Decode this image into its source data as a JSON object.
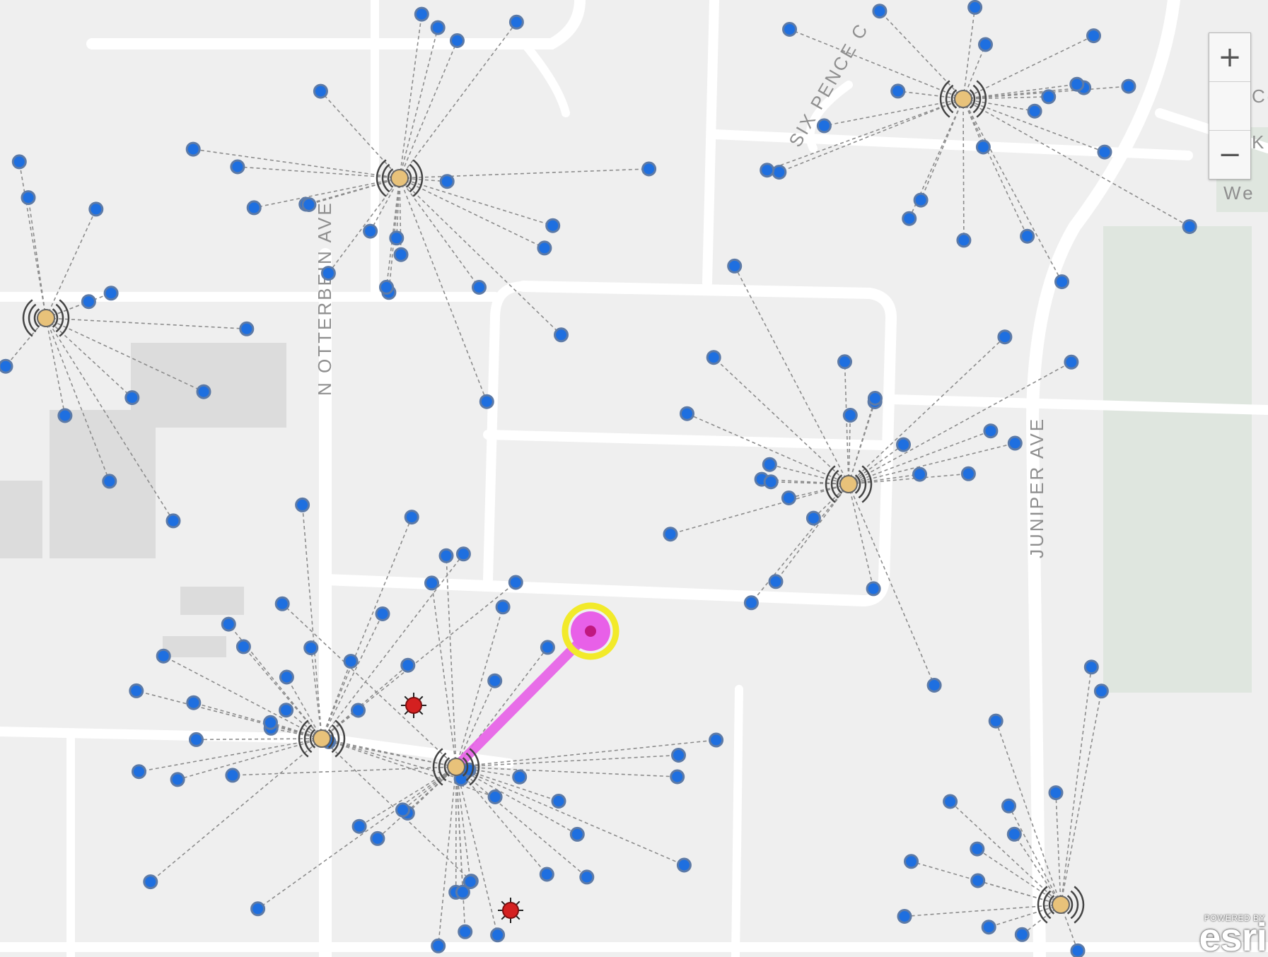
{
  "map": {
    "street_labels": [
      "N OTTERBEIN AVE",
      "SIX PENCE C",
      "JUNIPER AVE"
    ],
    "edge_labels": [
      "Co",
      "K",
      "We"
    ]
  },
  "controls": {
    "zoom_in_label": "+",
    "zoom_out_label": "−",
    "home_icon": "home-icon"
  },
  "attribution": {
    "powered_by": "POWERED BY",
    "brand": "esri"
  },
  "colors": {
    "background": "#efefef",
    "road": "#ffffff",
    "building": "#dcdcdc",
    "park": "#dfe6df",
    "meter": "#1e6fe0",
    "meter_outline": "#5d7aa6",
    "transformer": "#e8c27a",
    "highlight_line": "#e860e8",
    "highlight_ring": "#f2ea2a",
    "alarm": "#d42020"
  }
}
